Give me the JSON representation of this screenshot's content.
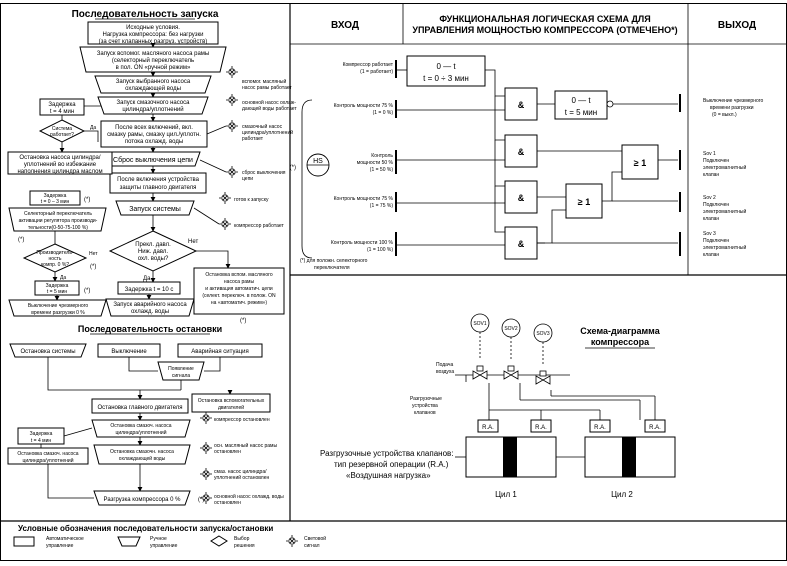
{
  "start_seq": {
    "title": "Последовательность запуска",
    "initial": [
      "Исходные условия.",
      "Нагрузка компрессора: без нагрузки",
      "(за счет клапанных разгруз. устройств)"
    ],
    "step1": [
      "Запуск вспомог. масляного насоса рамы",
      "(селекторный переключатель",
      "в пол. ON «ручной режим»"
    ],
    "step2": [
      "Запуск выбранного насоса",
      "охлаждающей воды"
    ],
    "step3": [
      "Запуск смазочного насоса",
      "цилиндра/уплотнений"
    ],
    "step4": [
      "После всех включений, вкл.",
      "смазку рамы, смазку цил./уплотн.",
      "потока охлажд. воды"
    ],
    "step5": "Сброс выключения цепи",
    "step6": [
      "После включения устройства",
      "защиты главного двигателя"
    ],
    "step7": "Запуск системы",
    "decision_pressure": [
      "Прекл. давл.",
      "Ниж. давл.",
      "охл. воды?"
    ],
    "yes": "Да",
    "no": "Нет",
    "delay10": "Задержка t = 10 с",
    "start_emergency_pump": [
      "Запуск аварийного насоса",
      "охлажд. воды"
    ],
    "stop_aux_pump": [
      "Остановка вспом. масляного",
      "насоса рамы",
      "и активация автоматич. цепи",
      "(селект. переключ. в полож. ON",
      "на «автоматич. режим»)"
    ],
    "delay4": [
      "Задержка",
      "t = 4 мин"
    ],
    "system_works": [
      "Система",
      "работает?"
    ],
    "stop_cyl_pump": [
      "Остановка насоса цилиндра/",
      "уплотнений во избежание",
      "наполнения цилиндра маслом"
    ],
    "delay3": [
      "Задержка",
      "t = 0 – 3 мин"
    ],
    "selector_switch": [
      "Селекторный переключатель",
      "активации регулятора производи-",
      "тельности(0-50-75-100 %)"
    ],
    "decision_capacity": [
      "Производитель-",
      "ность",
      "компр. 0 %?"
    ],
    "delay5": [
      "Задержка",
      "t = 5 мин"
    ],
    "off_excess": [
      "Выключение чрезмерного",
      "времени разгрузки 0 %"
    ],
    "sig_aux_oil_on": [
      "вспомог. масляный",
      "насос рамы работает"
    ],
    "sig_main_pump": [
      "основной насос охлаж-",
      "дающей воды работает"
    ],
    "sig_lub_pump": [
      "смазочный насос",
      "цилиндра/уплотнений",
      "работает"
    ],
    "sig_reset": [
      "сброс выключения",
      "цепи"
    ],
    "sig_ready": "готов к запуску",
    "sig_running": "компрессор работает",
    "star": "(*)"
  },
  "stop_seq": {
    "title": "Последовательность остановки",
    "stop_system": "Остановка системы",
    "shutdown": "Выключение",
    "emergency": "Аварийная ситуация",
    "signal": [
      "Появление",
      "сигнала"
    ],
    "stop_main": "Остановка главного двигателя",
    "stop_aux": [
      "Остановка вспомогательных",
      "двигателей"
    ],
    "lub_stop": [
      "Остановка смазоч. насоса",
      "цилиндра/уплотнений"
    ],
    "delay4": [
      "Задержка",
      "t = 4 мин"
    ],
    "stop_lub_cyl": [
      "Остановка смазоч. насоса",
      "цилиндра/уплотнений"
    ],
    "stop_cool": [
      "Остановка смазочн. насоса",
      "охлаждающей воды"
    ],
    "unload": "Разгрузка компрессора 0 %",
    "sig_compressor_stop": "компрессор остановлен",
    "sig_oil_stop": [
      "осн. масляный насос рамы",
      "остановлен"
    ],
    "sig_lub_stop": [
      "смаз. насос цилиндра/",
      "уплотнений остановлен"
    ],
    "sig_cool_stop": [
      "основной насос охлажд. воды",
      "остановлен"
    ]
  },
  "legend": {
    "title": "Условные обозначения последовательности запуска/остановки",
    "auto": [
      "Автоматическое",
      "управление"
    ],
    "manual": [
      "Ручное",
      "управление"
    ],
    "choice": [
      "Выбор",
      "решения"
    ],
    "light": [
      "Световой",
      "сигнал"
    ]
  },
  "logic": {
    "input_header": "ВХОД",
    "title": [
      "ФУНКЦИОНАЛЬНАЯ ЛОГИЧЕСКАЯ СХЕМА ДЛЯ",
      "УПРАВЛЕНИЯ МОЩНОСТЬЮ КОМПРЕССОРА (ОТМЕЧЕНО*)"
    ],
    "output_header": "ВЫХОД",
    "in_running": [
      "Компрессор работает",
      "(1 = работает)"
    ],
    "in_75_0": [
      "Контроль мощности 75 %",
      "(1 = 0 %)"
    ],
    "in_50": [
      "Контроль",
      "мощности 50 %",
      "(1 = 50 %)"
    ],
    "in_75": [
      "Контроль мощности 75 %",
      "(1 = 75 %)"
    ],
    "in_100": [
      "Контроль мощности 100 %",
      "(1 = 100 %)"
    ],
    "hs": "HS",
    "timer1": [
      "0 — t",
      "t = 0 ÷ 3 мин"
    ],
    "timer2": [
      "0 — t",
      "t = 5 мин"
    ],
    "and": "&",
    "or": "≥ 1",
    "star_note": [
      "(*) для положн. селекторного",
      "переключателя"
    ],
    "star": "(*)",
    "out1": [
      "Выключение чрезмерного",
      "времени разгрузки",
      "(0 = выкл.)"
    ],
    "out2": [
      "Sov 1",
      "Подключен",
      "электромагнитный",
      "клапан"
    ],
    "out3": [
      "Sov 2",
      "Подключен",
      "электромагнитный",
      "клапан"
    ],
    "out4": [
      "Sov 3",
      "Подключен",
      "электромагнитный",
      "клапан"
    ]
  },
  "compressor": {
    "title": [
      "Схема-диаграмма",
      "компрессора"
    ],
    "sov1": "SOV1",
    "sov2": "SOV2",
    "sov3": "SOV3",
    "air_supply": [
      "Подача",
      "воздуха"
    ],
    "unload_devices": [
      "Разгрузочные",
      "устройства",
      "клапанов"
    ],
    "ra": "R.A.",
    "caption": [
      "Разгрузочные устройства клапанов:",
      "тип резервной операции (R.A.)",
      "«Воздушная нагрузка»"
    ],
    "cyl1": "Цил 1",
    "cyl2": "Цил 2"
  }
}
